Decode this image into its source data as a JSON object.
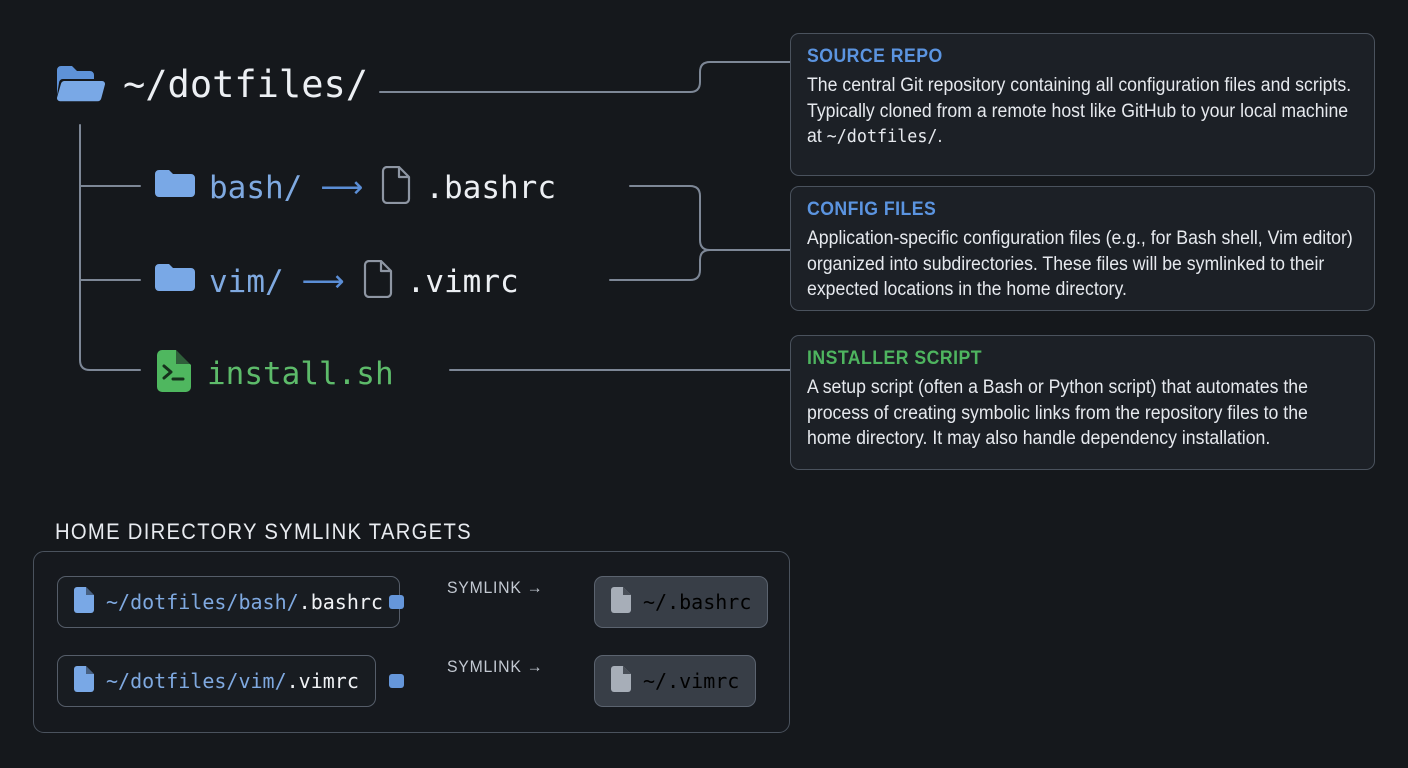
{
  "theme": {
    "background": "#15181c",
    "accent_blue": "#6596da",
    "accent_green": "#5dbb6a",
    "folder_blue": "#6d9ee0",
    "text": "#eceff3",
    "border": "#4a525d"
  },
  "tree": {
    "root": {
      "label": "~/dotfiles/",
      "icon": "open-folder-icon"
    },
    "children": [
      {
        "dir_label": "bash/",
        "dir_icon": "folder-icon",
        "arrow": "⟶",
        "file_label": ".bashrc",
        "file_icon": "file-icon"
      },
      {
        "dir_label": "vim/",
        "dir_icon": "folder-icon",
        "arrow": "⟶",
        "file_label": ".vimrc",
        "file_icon": "file-icon"
      }
    ],
    "script": {
      "label": "install.sh",
      "icon": "script-file-icon"
    }
  },
  "callouts": [
    {
      "title": "SOURCE REPO",
      "color": "#5b94e0",
      "body_pre": "The central Git repository containing all configuration files and scripts. Typically cloned from a remote host like GitHub to your local machine at ",
      "body_code": "~/dotfiles/",
      "body_post": "."
    },
    {
      "title": "CONFIG FILES",
      "color": "#5b94e0",
      "body_pre": "Application-specific configuration files (e.g., for Bash shell, Vim editor) organized into subdirectories. These files will be symlinked to their expected locations in the home directory.",
      "body_code": "",
      "body_post": ""
    },
    {
      "title": "INSTALLER SCRIPT",
      "color": "#4eb45f",
      "body_pre": "A setup script (often a Bash or Python script) that automates the process of creating symbolic links from the repository files to the home directory. It may also handle dependency installation.",
      "body_code": "",
      "body_post": ""
    }
  ],
  "symlinks": {
    "section_title": "HOME DIRECTORY SYMLINK TARGETS",
    "rows": [
      {
        "source_path": "~/dotfiles/bash/",
        "source_file": ".bashrc",
        "source_icon": "file-icon",
        "label": "SYMLINK →",
        "target": "~/.bashrc",
        "target_icon": "file-icon"
      },
      {
        "source_path": "~/dotfiles/vim/",
        "source_file": ".vimrc",
        "source_icon": "file-icon",
        "label": "SYMLINK →",
        "target": "~/.vimrc",
        "target_icon": "file-icon"
      }
    ]
  }
}
